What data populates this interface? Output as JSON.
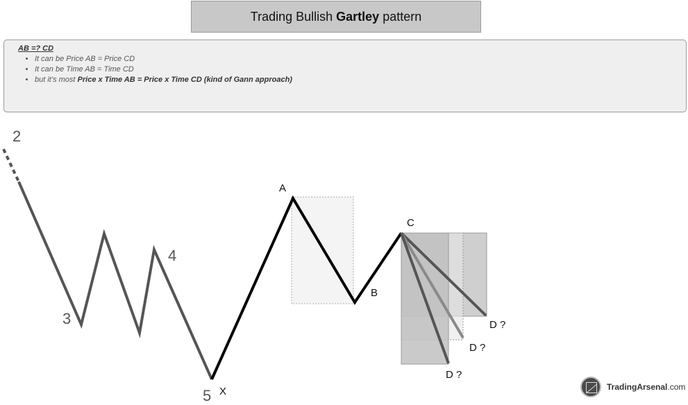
{
  "title": {
    "prefix": "Trading Bullish",
    "emphasis": "Gartley",
    "suffix": "pattern"
  },
  "notes": {
    "heading": "AB =? CD",
    "items": [
      {
        "text": "It can be Price AB = Price CD",
        "emphasis": "",
        "suffix": ""
      },
      {
        "text": "It can be Time AB = Time CD",
        "emphasis": "",
        "suffix": ""
      },
      {
        "text": "but it’s most ",
        "emphasis": "Price x Time AB = Price x Time CD (kind of Gann approach)",
        "suffix": ""
      }
    ]
  },
  "labels": {
    "wave_2": "2",
    "wave_3": "3",
    "wave_4": "4",
    "wave_5": "5",
    "x": "X",
    "a": "A",
    "b": "B",
    "c": "C",
    "d1": "D ?",
    "d2": "D ?",
    "d3": "D ?"
  },
  "logo": {
    "brand": "Trading",
    "name": "Arsenal",
    "tld": ".com"
  },
  "colors": {
    "wave_line": "#555555",
    "pattern_line": "#000000",
    "title_bg": "#c8c8c8"
  }
}
